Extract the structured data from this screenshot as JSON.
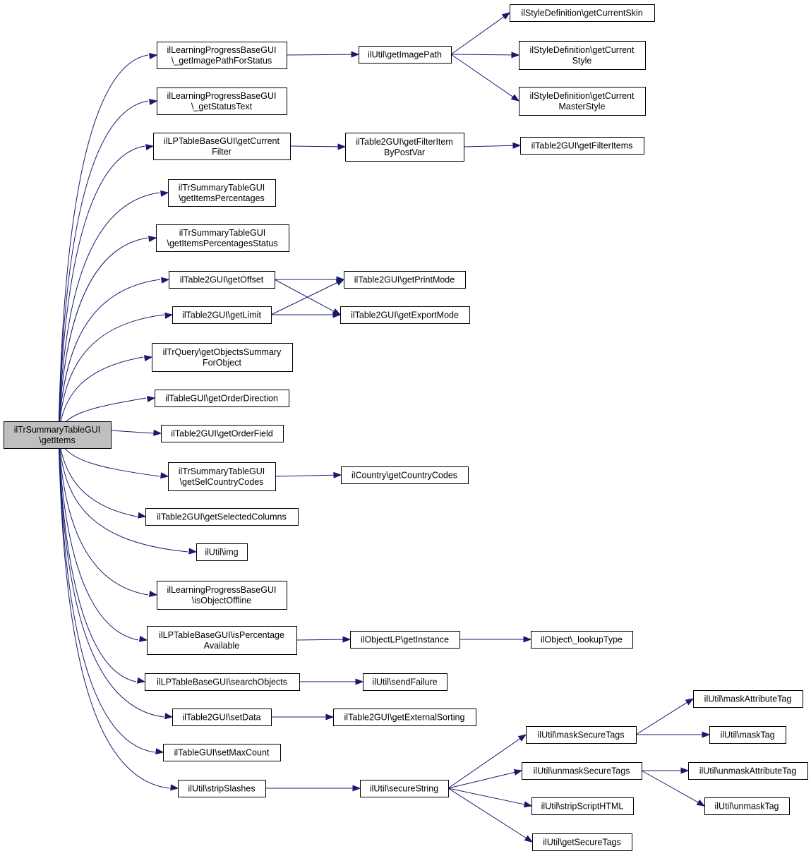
{
  "colors": {
    "edge": "#191970",
    "root_fill": "#bfbfbf",
    "node_fill": "#ffffff",
    "node_border": "#000000"
  },
  "nodes": {
    "root": [
      "ilTrSummaryTableGUI",
      "\\getItems"
    ],
    "n1": [
      "ilLearningProgressBaseGUI",
      "\\_getImagePathForStatus"
    ],
    "n2": [
      "ilLearningProgressBaseGUI",
      "\\_getStatusText"
    ],
    "n3": [
      "ilLPTableBaseGUI\\getCurrent",
      "Filter"
    ],
    "n4": [
      "ilTrSummaryTableGUI",
      "\\getItemsPercentages"
    ],
    "n5": [
      "ilTrSummaryTableGUI",
      "\\getItemsPercentagesStatus"
    ],
    "n6": [
      "ilTable2GUI\\getOffset"
    ],
    "n7": [
      "ilTable2GUI\\getLimit"
    ],
    "n8": [
      "ilTrQuery\\getObjectsSummary",
      "ForObject"
    ],
    "n9": [
      "ilTableGUI\\getOrderDirection"
    ],
    "n10": [
      "ilTable2GUI\\getOrderField"
    ],
    "n11": [
      "ilTrSummaryTableGUI",
      "\\getSelCountryCodes"
    ],
    "n12": [
      "ilTable2GUI\\getSelectedColumns"
    ],
    "n13": [
      "ilUtil\\img"
    ],
    "n14": [
      "ilLearningProgressBaseGUI",
      "\\isObjectOffline"
    ],
    "n15": [
      "ilLPTableBaseGUI\\isPercentage",
      "Available"
    ],
    "n16": [
      "ilLPTableBaseGUI\\searchObjects"
    ],
    "n17": [
      "ilTable2GUI\\setData"
    ],
    "n18": [
      "ilTableGUI\\setMaxCount"
    ],
    "n19": [
      "ilUtil\\stripSlashes"
    ],
    "m1": [
      "ilUtil\\getImagePath"
    ],
    "m2": [
      "ilTable2GUI\\getFilterItem",
      "ByPostVar"
    ],
    "m3": [
      "ilTable2GUI\\getPrintMode"
    ],
    "m4": [
      "ilTable2GUI\\getExportMode"
    ],
    "m5": [
      "ilCountry\\getCountryCodes"
    ],
    "m6": [
      "ilObjectLP\\getInstance"
    ],
    "m7": [
      "ilUtil\\sendFailure"
    ],
    "m8": [
      "ilTable2GUI\\getExternalSorting"
    ],
    "m9": [
      "ilUtil\\secureString"
    ],
    "r1": [
      "ilStyleDefinition\\getCurrentSkin"
    ],
    "r2": [
      "ilStyleDefinition\\getCurrent",
      "Style"
    ],
    "r3": [
      "ilStyleDefinition\\getCurrent",
      "MasterStyle"
    ],
    "r4": [
      "ilTable2GUI\\getFilterItems"
    ],
    "r5": [
      "ilObject\\_lookupType"
    ],
    "r6": [
      "ilUtil\\maskSecureTags"
    ],
    "r7": [
      "ilUtil\\unmaskSecureTags"
    ],
    "r8": [
      "ilUtil\\stripScriptHTML"
    ],
    "r9": [
      "ilUtil\\getSecureTags"
    ],
    "s1": [
      "ilUtil\\maskAttributeTag"
    ],
    "s2": [
      "ilUtil\\maskTag"
    ],
    "s3": [
      "ilUtil\\unmaskAttributeTag"
    ],
    "s4": [
      "ilUtil\\unmaskTag"
    ]
  },
  "edges": [
    [
      "root",
      "n1"
    ],
    [
      "root",
      "n2"
    ],
    [
      "root",
      "n3"
    ],
    [
      "root",
      "n4"
    ],
    [
      "root",
      "n5"
    ],
    [
      "root",
      "n6"
    ],
    [
      "root",
      "n7"
    ],
    [
      "root",
      "n8"
    ],
    [
      "root",
      "n9"
    ],
    [
      "root",
      "n10"
    ],
    [
      "root",
      "n11"
    ],
    [
      "root",
      "n12"
    ],
    [
      "root",
      "n13"
    ],
    [
      "root",
      "n14"
    ],
    [
      "root",
      "n15"
    ],
    [
      "root",
      "n16"
    ],
    [
      "root",
      "n17"
    ],
    [
      "root",
      "n18"
    ],
    [
      "root",
      "n19"
    ],
    [
      "n1",
      "m1"
    ],
    [
      "m1",
      "r1"
    ],
    [
      "m1",
      "r2"
    ],
    [
      "m1",
      "r3"
    ],
    [
      "n3",
      "m2"
    ],
    [
      "m2",
      "r4"
    ],
    [
      "n6",
      "m3"
    ],
    [
      "n6",
      "m4"
    ],
    [
      "n7",
      "m3"
    ],
    [
      "n7",
      "m4"
    ],
    [
      "n11",
      "m5"
    ],
    [
      "n15",
      "m6"
    ],
    [
      "m6",
      "r5"
    ],
    [
      "n16",
      "m7"
    ],
    [
      "n17",
      "m8"
    ],
    [
      "n19",
      "m9"
    ],
    [
      "m9",
      "r6"
    ],
    [
      "m9",
      "r7"
    ],
    [
      "m9",
      "r8"
    ],
    [
      "m9",
      "r9"
    ],
    [
      "r6",
      "s1"
    ],
    [
      "r6",
      "s2"
    ],
    [
      "r7",
      "s3"
    ],
    [
      "r7",
      "s4"
    ]
  ]
}
